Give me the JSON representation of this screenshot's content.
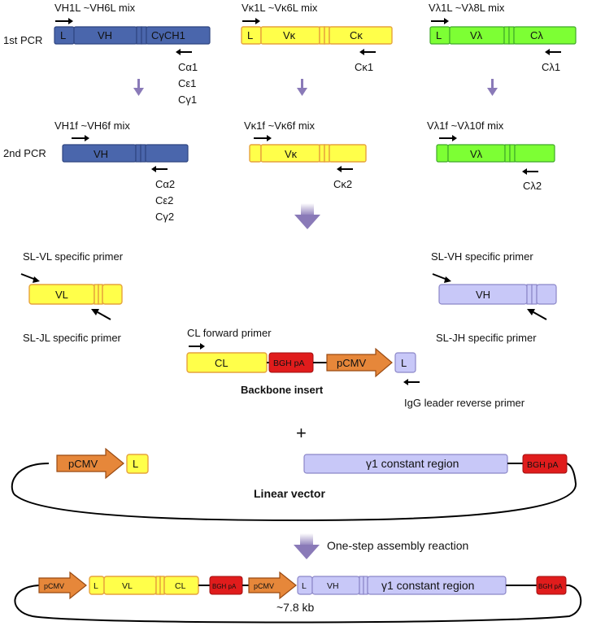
{
  "pcr": {
    "first_label": "1st PCR",
    "second_label": "2nd PCR",
    "heavy": {
      "mix1": "VH1L ~VH6L mix",
      "segments1": [
        "L",
        "VH",
        "CγCH1"
      ],
      "rev1": [
        "Cα1",
        "Cε1",
        "Cγ1"
      ],
      "mix2": "VH1f ~VH6f mix",
      "segments2": [
        "VH"
      ],
      "rev2": [
        "Cα2",
        "Cε2",
        "Cγ2"
      ]
    },
    "kappa": {
      "mix1": "Vκ1L ~Vκ6L mix",
      "segments1": [
        "L",
        "Vκ",
        "Cκ"
      ],
      "rev1": [
        "Cκ1"
      ],
      "mix2": "Vκ1f ~Vκ6f mix",
      "segments2": [
        "Vκ"
      ],
      "rev2": [
        "Cκ2"
      ]
    },
    "lambda": {
      "mix1": "Vλ1L ~Vλ8L mix",
      "segments1": [
        "L",
        "Vλ",
        "Cλ"
      ],
      "rev1": [
        "Cλ1"
      ],
      "mix2": "Vλ1f ~Vλ10f mix",
      "segments2": [
        "Vλ"
      ],
      "rev2": [
        "Cλ2"
      ]
    }
  },
  "light_insert": {
    "fwd_primer": "SL-VL specific primer",
    "segment": "VL",
    "rev_primer": "SL-JL specific primer"
  },
  "heavy_insert": {
    "fwd_primer": "SL-VH specific primer",
    "segment": "VH",
    "rev_primer": "SL-JH specific primer"
  },
  "backbone": {
    "fwd_primer": "CL forward primer",
    "cl": "CL",
    "bgh": "BGH pA",
    "pcmv": "pCMV",
    "l": "L",
    "title": "Backbone insert",
    "rev_primer": "IgG leader reverse primer"
  },
  "plus": "+",
  "linear_vector": {
    "pcmv": "pCMV",
    "l": "L",
    "constant": "γ1 constant region",
    "bgh": "BGH pA",
    "title": "Linear vector"
  },
  "assembly": {
    "step": "One-step assembly reaction",
    "parts": [
      "pCMV",
      "L",
      "VL",
      "CL",
      "BGH pA",
      "pCMV",
      "L",
      "VH",
      "γ1 constant region",
      "BGH pA"
    ],
    "size": "~7.8 kb"
  },
  "colors": {
    "heavy": "#4a66ac",
    "light_kappa": "#ffff4a",
    "lambda": "#7dff34",
    "vector": "#c8c8f8",
    "bgh": "#e01c1c",
    "promoter": "#e6873a",
    "step_arrow": "#8a7ab8"
  }
}
